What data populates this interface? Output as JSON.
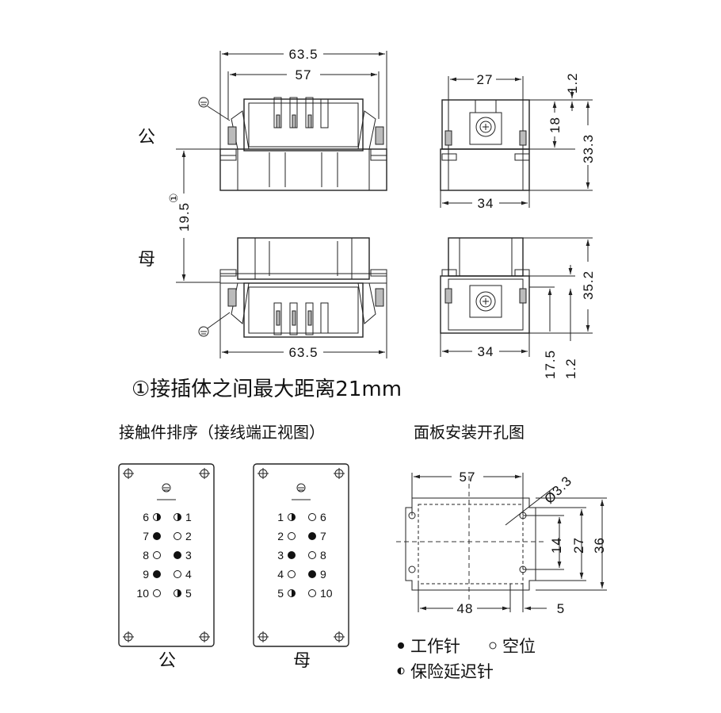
{
  "labels": {
    "male": "公",
    "female": "母",
    "note": "①接插体之间最大距离21mm",
    "contact_order_title": "接触件排序（接线端正视图）",
    "panel_cutout_title": "面板安装开孔图",
    "legend_working": "工作针",
    "legend_empty": "空位",
    "legend_delay": "保险延迟针",
    "plate_male": "公",
    "plate_female": "母"
  },
  "dimensions": {
    "male_width_outer": "63.5",
    "male_width_inner": "57",
    "male_side_top": "27",
    "male_side_right_small": "1.2",
    "male_side_18": "18",
    "male_side_height": "33.3",
    "male_side_bottom": "34",
    "gap_height": "19.5",
    "gap_note_mark": "①",
    "female_width": "63.5",
    "female_side_bottom": "34",
    "female_side_height": "35.2",
    "female_side_17": "17.5",
    "female_side_small": "1.2",
    "cutout_57": "57",
    "cutout_hole": "Ø3.3",
    "cutout_14": "14",
    "cutout_27": "27",
    "cutout_36": "36",
    "cutout_48": "48",
    "cutout_5": "5"
  },
  "pin_layout": {
    "male": {
      "left": [
        {
          "num": "6",
          "state": "half"
        },
        {
          "num": "7",
          "state": "filled"
        },
        {
          "num": "8",
          "state": "empty"
        },
        {
          "num": "9",
          "state": "filled"
        },
        {
          "num": "10",
          "state": "empty"
        }
      ],
      "right": [
        {
          "num": "1",
          "state": "half"
        },
        {
          "num": "2",
          "state": "empty"
        },
        {
          "num": "3",
          "state": "filled"
        },
        {
          "num": "4",
          "state": "empty"
        },
        {
          "num": "5",
          "state": "half"
        }
      ]
    },
    "female": {
      "left": [
        {
          "num": "1",
          "state": "half"
        },
        {
          "num": "2",
          "state": "empty"
        },
        {
          "num": "3",
          "state": "filled"
        },
        {
          "num": "4",
          "state": "empty"
        },
        {
          "num": "5",
          "state": "half"
        }
      ],
      "right": [
        {
          "num": "6",
          "state": "empty"
        },
        {
          "num": "7",
          "state": "filled"
        },
        {
          "num": "8",
          "state": "empty"
        },
        {
          "num": "9",
          "state": "filled"
        },
        {
          "num": "10",
          "state": "empty"
        }
      ]
    }
  }
}
